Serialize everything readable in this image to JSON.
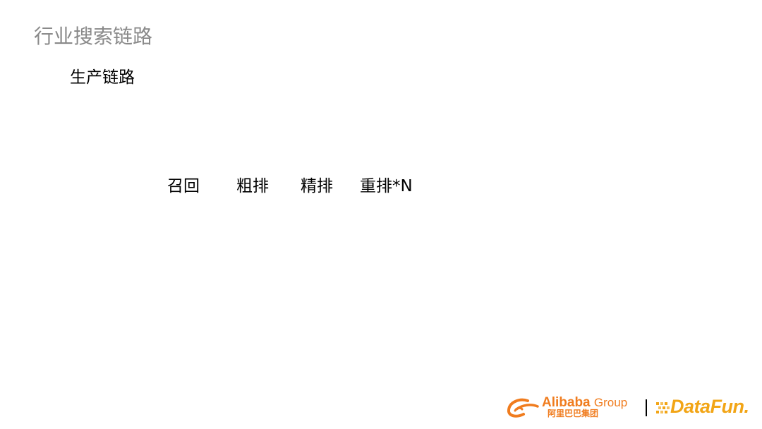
{
  "slide": {
    "title": "行业搜索链路",
    "subtitle": "生产链路"
  },
  "pipeline": {
    "stages": [
      {
        "label": "召回"
      },
      {
        "label": "粗排"
      },
      {
        "label": "精排"
      },
      {
        "label": "重排*N"
      }
    ]
  },
  "footer": {
    "alibaba_brand": "Alibaba",
    "alibaba_group": "Group",
    "alibaba_cn": "阿里巴巴集团",
    "datafun_brand": "DataFun.",
    "colors": {
      "alibaba_orange": "#f07c1e",
      "datafun_orange": "#f2a516"
    },
    "icons": [
      "alibaba-logo-icon",
      "datafun-dots-icon"
    ]
  }
}
